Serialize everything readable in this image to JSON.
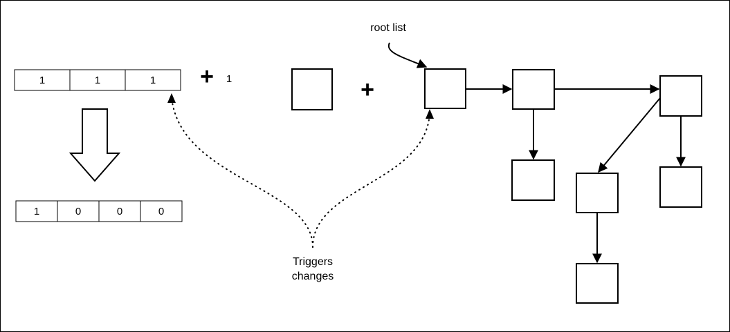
{
  "binary_counter": {
    "top_cells": [
      "1",
      "1",
      "1"
    ],
    "bottom_cells": [
      "1",
      "0",
      "0",
      "0"
    ],
    "plus_symbol": "+",
    "increment": "1"
  },
  "heap": {
    "plus_symbol": "+",
    "root_label": "root list"
  },
  "annotation": {
    "line1": "Triggers",
    "line2": "changes"
  }
}
